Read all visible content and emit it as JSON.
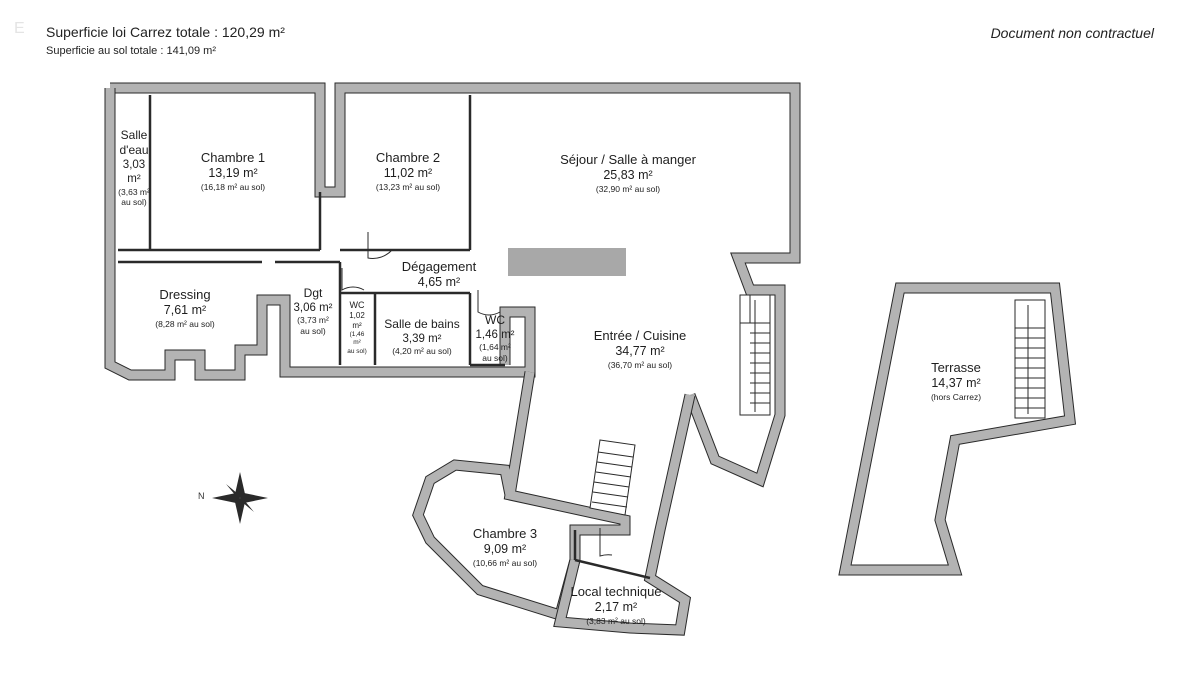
{
  "header": {
    "carrez_total": "Superficie loi Carrez totale :  120,29 m²",
    "sol_total": "Superficie au sol totale :  141,09 m²",
    "disclaimer": "Document non contractuel"
  },
  "watermark": "E",
  "compass": {
    "letter": "N"
  },
  "rooms": {
    "salle_eau": {
      "l1": "Salle",
      "l2": "d'eau",
      "l3": "3,03",
      "l4": "m²",
      "l5": "(3,63 m²",
      "l6": "au sol)"
    },
    "chambre1": {
      "name": "Chambre 1",
      "area": "13,19 m²",
      "sol": "(16,18 m² au sol)"
    },
    "chambre2": {
      "name": "Chambre 2",
      "area": "11,02 m²",
      "sol": "(13,23 m² au sol)"
    },
    "sejour": {
      "name": "Séjour / Salle à manger",
      "area": "25,83 m²",
      "sol": "(32,90 m² au sol)"
    },
    "degagement": {
      "name": "Dégagement",
      "area": "4,65 m²"
    },
    "dressing": {
      "name": "Dressing",
      "area": "7,61 m²",
      "sol": "(8,28 m² au sol)"
    },
    "dgt": {
      "name": "Dgt",
      "area": "3,06 m²",
      "sol1": "(3,73 m²",
      "sol2": "au sol)"
    },
    "wc1": {
      "name": "WC",
      "area1": "1,02",
      "area2": "m²",
      "sol1": "(1,46",
      "sol2": "m²",
      "sol3": "au sol)"
    },
    "salle_bains": {
      "name": "Salle de bains",
      "area": "3,39 m²",
      "sol": "(4,20 m² au sol)"
    },
    "wc2": {
      "name": "WC",
      "area": "1,46 m²",
      "sol1": "(1,64 m²",
      "sol2": "au sol)"
    },
    "entree": {
      "name": "Entrée / Cuisine",
      "area": "34,77 m²",
      "sol": "(36,70 m² au sol)"
    },
    "chambre3": {
      "name": "Chambre 3",
      "area": "9,09 m²",
      "sol": "(10,66 m² au sol)"
    },
    "local": {
      "name": "Local technique",
      "area": "2,17 m²",
      "sol": "(3,83 m² au sol)"
    },
    "terrasse": {
      "name": "Terrasse",
      "area": "14,37 m²",
      "sol": "(hors Carrez)"
    }
  },
  "colors": {
    "wall": "#b3b3b3",
    "wall_edge": "#2a2a2a",
    "counter": "#a8a8a8"
  }
}
